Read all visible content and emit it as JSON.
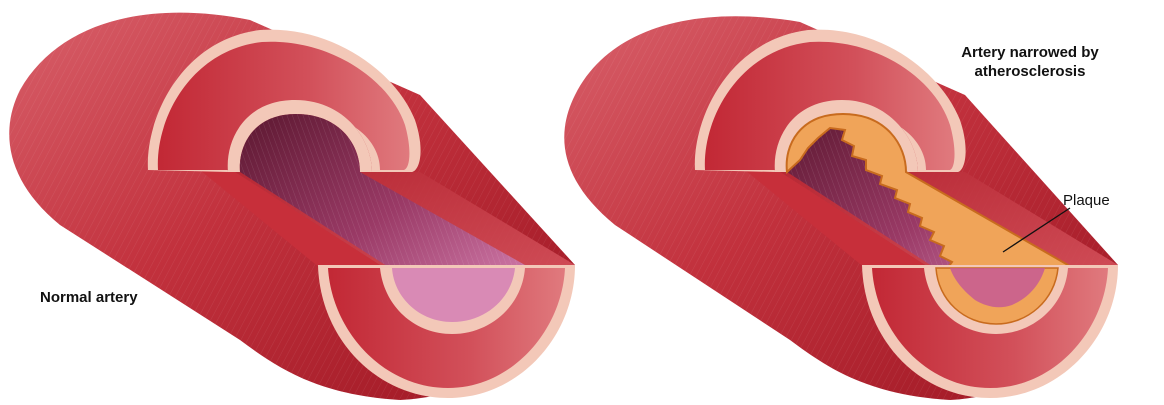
{
  "labels": {
    "normal": "Normal artery",
    "narrowed_line1": "Artery narrowed by",
    "narrowed_line2": "atherosclerosis",
    "plaque": "Plaque"
  },
  "colors": {
    "outer_wall_dark": "#a51a26",
    "outer_wall_mid": "#c33540",
    "outer_wall_light": "#d6616a",
    "wall_rim": "#f2c7b7",
    "lumen_dark": "#6e1f36",
    "lumen_light": "#d97fb0",
    "plaque": "#f0a459",
    "plaque_edge": "#c86b1e"
  }
}
